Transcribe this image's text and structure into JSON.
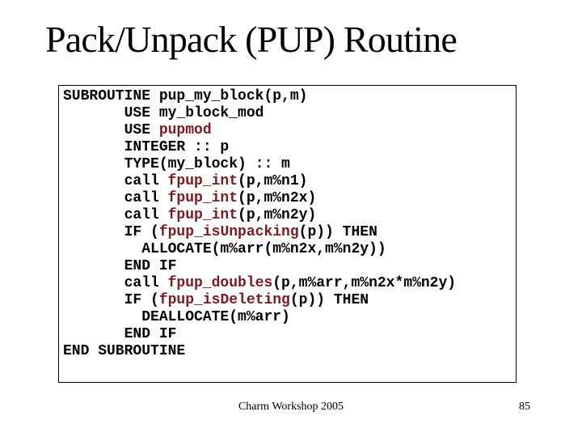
{
  "slide": {
    "title": "Pack/Unpack (PUP) Routine",
    "footer": {
      "center_text": "Charm Workshop 2005",
      "page_number": "85"
    }
  },
  "colors": {
    "background": "#ffffff",
    "text": "#000000",
    "code_highlight": "#7b1a20",
    "box_border": "#000000"
  },
  "code": {
    "language": "fortran",
    "lines": [
      {
        "segments": [
          {
            "text": "SUBROUTINE pup_my_block(p,m)",
            "hl": false
          }
        ]
      },
      {
        "segments": [
          {
            "text": "       USE my_block_mod",
            "hl": false
          }
        ]
      },
      {
        "segments": [
          {
            "text": "       USE ",
            "hl": false
          },
          {
            "text": "pupmod",
            "hl": true
          }
        ]
      },
      {
        "segments": [
          {
            "text": "       INTEGER :: p",
            "hl": false
          }
        ]
      },
      {
        "segments": [
          {
            "text": "       TYPE(my_block) :: m",
            "hl": false
          }
        ]
      },
      {
        "segments": [
          {
            "text": "       call ",
            "hl": false
          },
          {
            "text": "fpup_int",
            "hl": true
          },
          {
            "text": "(p,m%n1)",
            "hl": false
          }
        ]
      },
      {
        "segments": [
          {
            "text": "       call ",
            "hl": false
          },
          {
            "text": "fpup_int",
            "hl": true
          },
          {
            "text": "(p,m%n2x)",
            "hl": false
          }
        ]
      },
      {
        "segments": [
          {
            "text": "       call ",
            "hl": false
          },
          {
            "text": "fpup_int",
            "hl": true
          },
          {
            "text": "(p,m%n2y)",
            "hl": false
          }
        ]
      },
      {
        "segments": [
          {
            "text": "       IF (",
            "hl": false
          },
          {
            "text": "fpup_isUnpacking",
            "hl": true
          },
          {
            "text": "(p)) THEN",
            "hl": false
          }
        ]
      },
      {
        "segments": [
          {
            "text": "         ALLOCATE(m%arr(m%n2x,m%n2y))",
            "hl": false
          }
        ]
      },
      {
        "segments": [
          {
            "text": "       END IF",
            "hl": false
          }
        ]
      },
      {
        "segments": [
          {
            "text": "       call ",
            "hl": false
          },
          {
            "text": "fpup_doubles",
            "hl": true
          },
          {
            "text": "(p,m%arr,m%n2x*m%n2y)",
            "hl": false
          }
        ]
      },
      {
        "segments": [
          {
            "text": "       IF (",
            "hl": false
          },
          {
            "text": "fpup_isDeleting",
            "hl": true
          },
          {
            "text": "(p)) THEN",
            "hl": false
          }
        ]
      },
      {
        "segments": [
          {
            "text": "         DEALLOCATE(m%arr)",
            "hl": false
          }
        ]
      },
      {
        "segments": [
          {
            "text": "       END IF",
            "hl": false
          }
        ]
      },
      {
        "segments": [
          {
            "text": "END SUBROUTINE",
            "hl": false
          }
        ]
      }
    ]
  }
}
